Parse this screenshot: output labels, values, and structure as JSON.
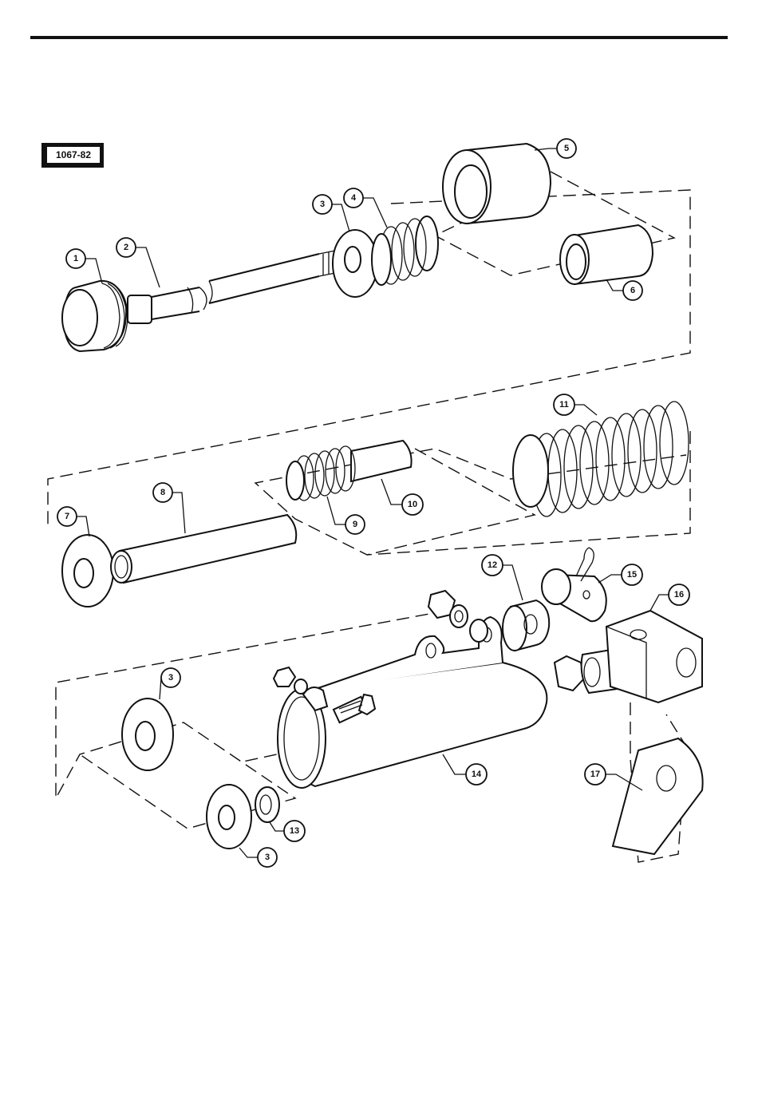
{
  "figure": {
    "id_label": "1067-82"
  },
  "callouts": [
    {
      "number": "1"
    },
    {
      "number": "2"
    },
    {
      "number": "3"
    },
    {
      "number": "4"
    },
    {
      "number": "5"
    },
    {
      "number": "6"
    },
    {
      "number": "7"
    },
    {
      "number": "8"
    },
    {
      "number": "9"
    },
    {
      "number": "10"
    },
    {
      "number": "11"
    },
    {
      "number": "12"
    },
    {
      "number": "3"
    },
    {
      "number": "13"
    },
    {
      "number": "3"
    },
    {
      "number": "14"
    },
    {
      "number": "15"
    },
    {
      "number": "16"
    },
    {
      "number": "17"
    }
  ]
}
